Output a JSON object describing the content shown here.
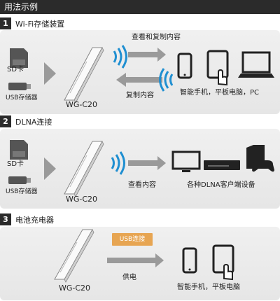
{
  "header": {
    "title": "用法示例"
  },
  "sections": [
    {
      "number": "1",
      "title": "Wi-Fi存储装置",
      "left_labels": [
        "SD卡",
        "USB存储器"
      ],
      "device": "WG-C20",
      "top_arrow_label": "查看和复制内容",
      "bottom_arrow_label": "复制内容",
      "right_label": "智能手机，平板电脑，PC"
    },
    {
      "number": "2",
      "title": "DLNA连接",
      "left_labels": [
        "SD卡",
        "USB存储器"
      ],
      "device": "WG-C20",
      "arrow_label": "查看内容",
      "right_label": "各种DLNA客户端设备"
    },
    {
      "number": "3",
      "title": "电池充电器",
      "badge": "USB连接",
      "arrow_label": "供电",
      "device": "WG-C20",
      "right_label": "智能手机，平板电脑"
    }
  ],
  "colors": {
    "header_bg": "#2b2b2b",
    "wifi_blue": "#1f8fd1",
    "badge_orange": "#e7a552"
  }
}
